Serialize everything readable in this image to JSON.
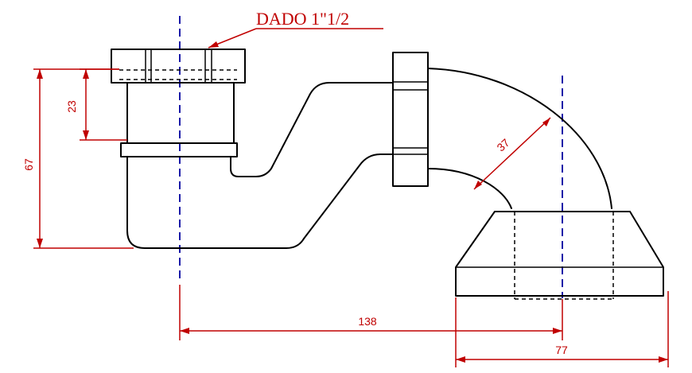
{
  "callout": {
    "label": "DADO 1\"1/2"
  },
  "dimensions": {
    "height_total": "67",
    "height_nut": "23",
    "radius_bend": "37",
    "distance_centers": "138",
    "outlet_width": "77"
  },
  "colors": {
    "outline": "#000000",
    "centerline": "#1a1aa8",
    "dimension": "#c00000"
  }
}
